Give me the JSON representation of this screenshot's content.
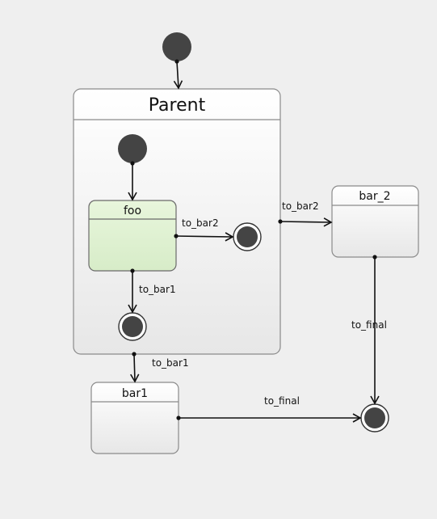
{
  "states": {
    "parent": {
      "name": "Parent"
    },
    "foo": {
      "name": "foo"
    },
    "bar_2": {
      "name": "bar_2"
    },
    "bar1": {
      "name": "bar1"
    }
  },
  "transitions": {
    "foo_to_bar2": "to_bar2",
    "foo_to_bar1": "to_bar1",
    "parent_to_bar2": "to_bar2",
    "parent_to_bar1": "to_bar1",
    "bar2_to_final": "to_final",
    "bar1_to_final": "to_final"
  },
  "colors": {
    "node_fill": "#444444",
    "node_stroke": "#333333",
    "edge": "#111111",
    "state_border": "#8a8a8a",
    "foo_fill": "#ddf0cf",
    "foo_border": "#6a6a6a",
    "background": "#efefef"
  }
}
